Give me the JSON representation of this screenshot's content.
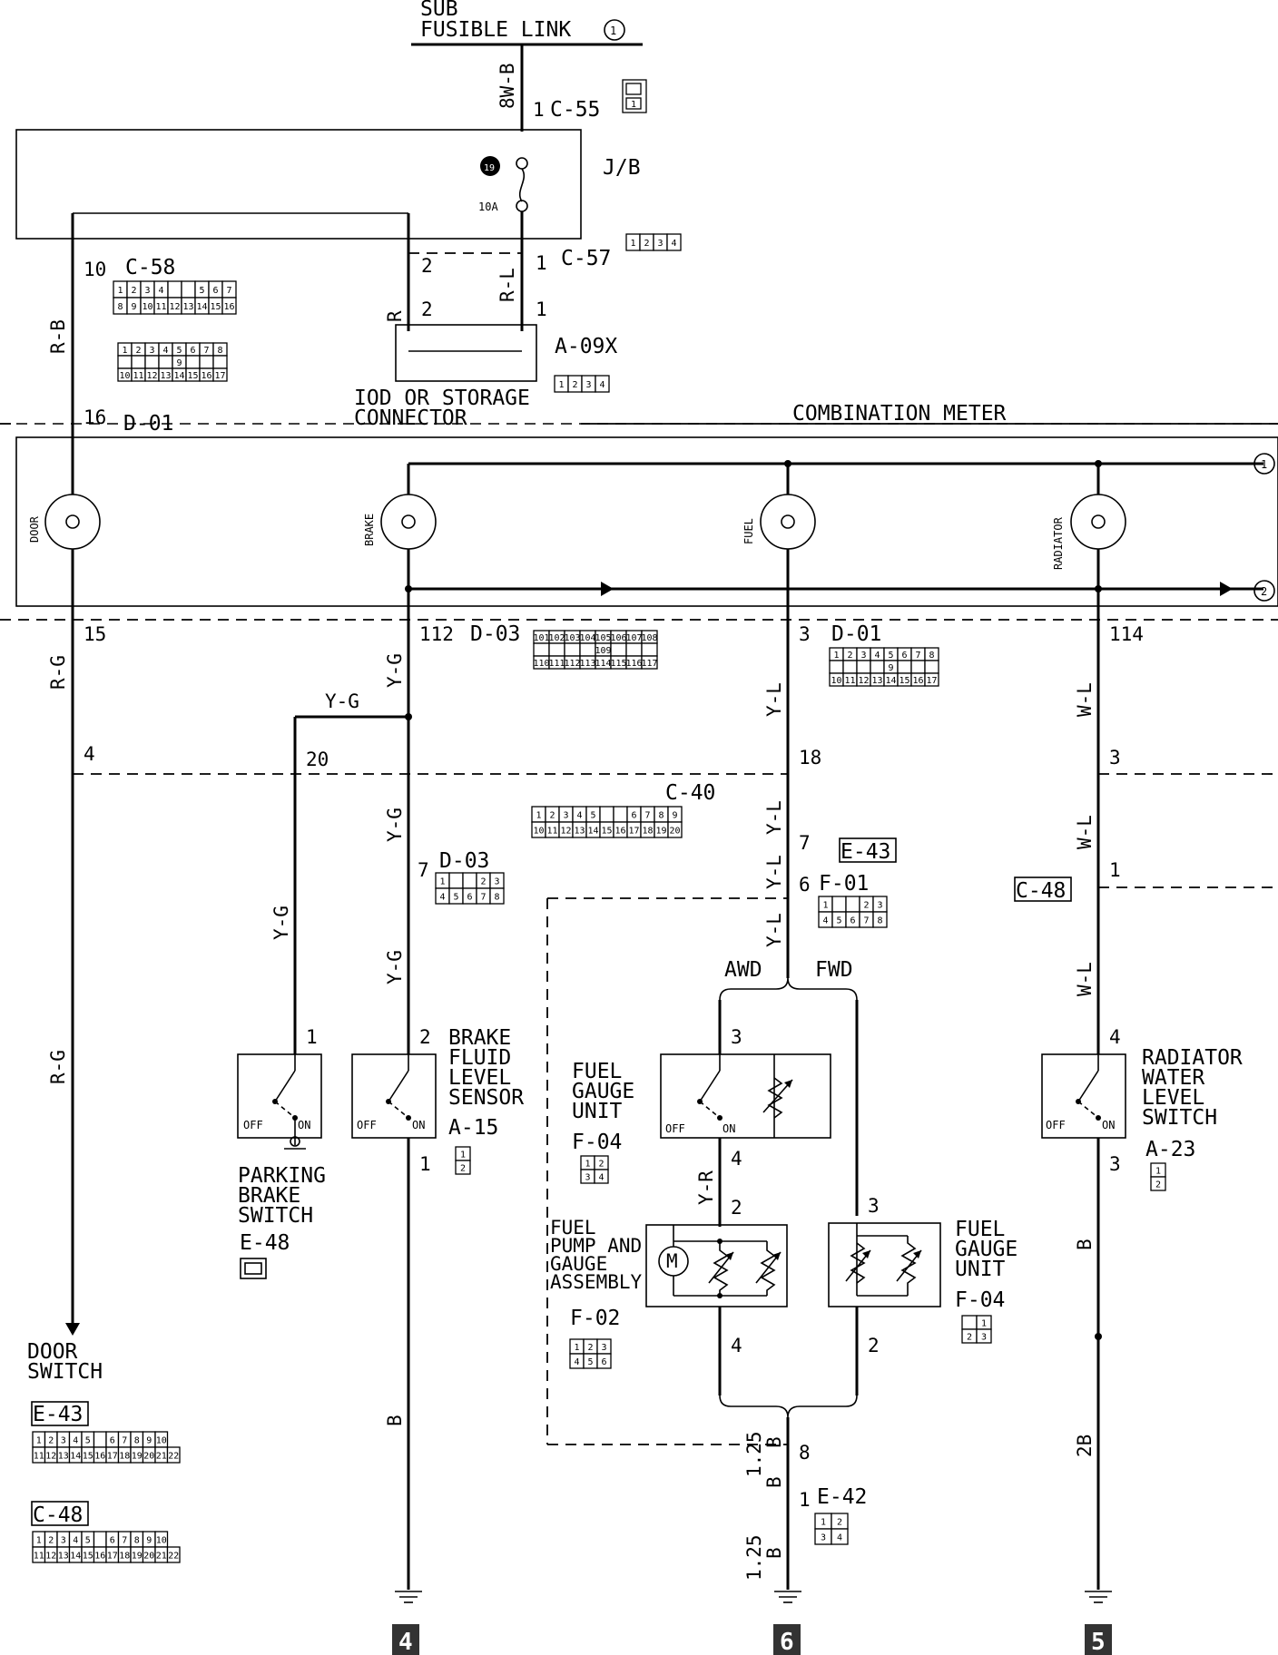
{
  "titles": {
    "sub_fusible_link": "SUB",
    "fusible_link": "FUSIBLE LINK",
    "fusible_link_num": "1",
    "jb": "J/B",
    "fuse_num": "19",
    "fuse_rating": "10A",
    "combination_meter": "COMBINATION METER",
    "iod_connector_1": "IOD OR STORAGE",
    "iod_connector_2": "CONNECTOR"
  },
  "lamps": {
    "door": "DOOR",
    "brake": "BRAKE",
    "fuel": "FUEL",
    "radiator": "RADIATOR"
  },
  "wires": {
    "bw_b": "8W-B",
    "r_b": "R-B",
    "r": "R",
    "r_l": "R-L",
    "r_g": "R-G",
    "y_g": "Y-G",
    "y_l": "Y-L",
    "w_l": "W-L",
    "y_r": "Y-R",
    "b": "B",
    "two_b": "2B",
    "one25": "1.25",
    "awd": "AWD",
    "fwd": "FWD"
  },
  "connectors": {
    "c55": "C-55",
    "c57": "C-57",
    "c58": "C-58",
    "a09x": "A-09X",
    "d01": "D-01",
    "d03": "D-03",
    "c40": "C-40",
    "e43": "E-43",
    "f01": "F-01",
    "c48": "C-48",
    "a15": "A-15",
    "e48": "E-48",
    "f04": "F-04",
    "f02": "F-02",
    "e42": "E-42",
    "a23": "A-23"
  },
  "pins": {
    "p1": "1",
    "p2": "2",
    "p3": "3",
    "p4": "4",
    "p6": "6",
    "p7": "7",
    "p8": "8",
    "p10": "10",
    "p15": "15",
    "p16": "16",
    "p18": "18",
    "p20": "20",
    "p112": "112",
    "p114": "114"
  },
  "components": {
    "door_switch_1": "DOOR",
    "door_switch_2": "SWITCH",
    "parking_1": "PARKING",
    "parking_2": "BRAKE",
    "parking_3": "SWITCH",
    "brake_fluid_1": "BRAKE",
    "brake_fluid_2": "FLUID",
    "brake_fluid_3": "LEVEL",
    "brake_fluid_4": "SENSOR",
    "fuel_gauge_1": "FUEL",
    "fuel_gauge_2": "GAUGE",
    "fuel_gauge_3": "UNIT",
    "fuel_pump_1": "FUEL",
    "fuel_pump_2": "PUMP AND",
    "fuel_pump_3": "GAUGE",
    "fuel_pump_4": "ASSEMBLY",
    "radiator_1": "RADIATOR",
    "radiator_2": "WATER",
    "radiator_3": "LEVEL",
    "radiator_4": "SWITCH",
    "off": "OFF",
    "on": "ON",
    "motor": "M"
  },
  "offpage": {
    "ref1": "1",
    "ref2": "2"
  },
  "grounds": {
    "g4": "4",
    "g6": "6",
    "g5": "5"
  },
  "connector_faces": {
    "c55": [
      [
        "1"
      ]
    ],
    "c57": [
      [
        "1",
        "2",
        "3",
        "4"
      ]
    ],
    "c58": [
      [
        "1",
        "2",
        "3",
        "4",
        "",
        "",
        "5",
        "6",
        "7"
      ],
      [
        "8",
        "9",
        "10",
        "11",
        "12",
        "13",
        "14",
        "15",
        "16"
      ]
    ],
    "d01a": [
      [
        "1",
        "2",
        "3",
        "4",
        "5",
        "6",
        "7",
        "8"
      ],
      [
        "",
        "",
        "",
        "",
        "9",
        "",
        "",
        ""
      ],
      [
        "10",
        "11",
        "12",
        "13",
        "14",
        "15",
        "16",
        "17"
      ]
    ],
    "a09x": [
      [
        "1",
        "2",
        "3",
        "4"
      ]
    ],
    "d03a": [
      [
        "101",
        "102",
        "103",
        "104",
        "105",
        "106",
        "107",
        "108"
      ],
      [
        "",
        "",
        "",
        "",
        "109",
        "",
        "",
        ""
      ],
      [
        "110",
        "111",
        "112",
        "113",
        "114",
        "115",
        "116",
        "117"
      ]
    ],
    "d01b": [
      [
        "1",
        "2",
        "3",
        "4",
        "5",
        "6",
        "7",
        "8"
      ],
      [
        "",
        "",
        "",
        "",
        "9",
        "",
        "",
        ""
      ],
      [
        "10",
        "11",
        "12",
        "13",
        "14",
        "15",
        "16",
        "17"
      ]
    ],
    "c40": [
      [
        "1",
        "2",
        "3",
        "4",
        "5",
        "",
        "",
        "6",
        "7",
        "8",
        "9"
      ],
      [
        "10",
        "11",
        "12",
        "13",
        "14",
        "15",
        "16",
        "17",
        "18",
        "19",
        "20"
      ]
    ],
    "d03b": [
      [
        "1",
        "",
        "",
        "2",
        "3"
      ],
      [
        "4",
        "5",
        "6",
        "7",
        "8"
      ]
    ],
    "f01": [
      [
        "1",
        "",
        "",
        "2",
        "3"
      ],
      [
        "4",
        "5",
        "6",
        "7",
        "8"
      ]
    ],
    "a15": [
      [
        "1"
      ],
      [
        "2"
      ]
    ],
    "f04a": [
      [
        "1",
        "2"
      ],
      [
        "3",
        "4"
      ]
    ],
    "f02": [
      [
        "1",
        "2",
        "3"
      ],
      [
        "4",
        "5",
        "6"
      ]
    ],
    "f04b": [
      [
        "",
        "1"
      ],
      [
        "2",
        "3"
      ]
    ],
    "e42": [
      [
        "1",
        "2"
      ],
      [
        "3",
        "4"
      ]
    ],
    "a23": [
      [
        "1"
      ],
      [
        "2"
      ]
    ],
    "e43": [
      [
        "1",
        "2",
        "3",
        "4",
        "5",
        "",
        "6",
        "7",
        "8",
        "9",
        "10"
      ],
      [
        "11",
        "12",
        "13",
        "14",
        "15",
        "16",
        "17",
        "18",
        "19",
        "20",
        "21",
        "22"
      ]
    ],
    "c48": [
      [
        "1",
        "2",
        "3",
        "4",
        "5",
        "",
        "6",
        "7",
        "8",
        "9",
        "10"
      ],
      [
        "11",
        "12",
        "13",
        "14",
        "15",
        "16",
        "17",
        "18",
        "19",
        "20",
        "21",
        "22"
      ]
    ]
  }
}
